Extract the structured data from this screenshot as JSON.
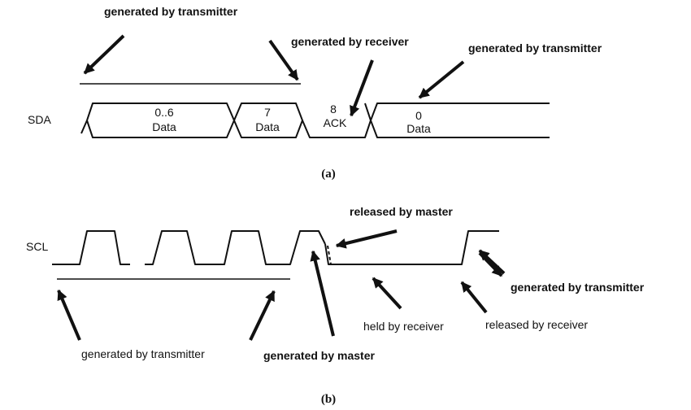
{
  "panel_a": {
    "signal_label": "SDA",
    "caption": "(a)",
    "fields": [
      {
        "top": "0..6",
        "bottom": "Data"
      },
      {
        "top": "7",
        "bottom": "Data"
      },
      {
        "top": "8",
        "bottom": "ACK"
      },
      {
        "top": "0",
        "bottom": "Data"
      }
    ],
    "annotations": {
      "generated_by_transmitter_top": "generated by transmitter",
      "generated_by_receiver": "generated by receiver",
      "generated_by_transmitter_right": "generated by transmitter"
    }
  },
  "panel_b": {
    "signal_label": "SCL",
    "caption": "(b)",
    "annotations": {
      "released_by_master": "released by master",
      "generated_by_transmitter_right": "generated by transmitter",
      "held_by_receiver": "held by receiver",
      "released_by_receiver": "released by receiver",
      "generated_by_transmitter_bottom": "generated by transmitter",
      "generated_by_master": "generated by master"
    }
  },
  "colors": {
    "ink": "#111111",
    "background": "#ffffff"
  }
}
